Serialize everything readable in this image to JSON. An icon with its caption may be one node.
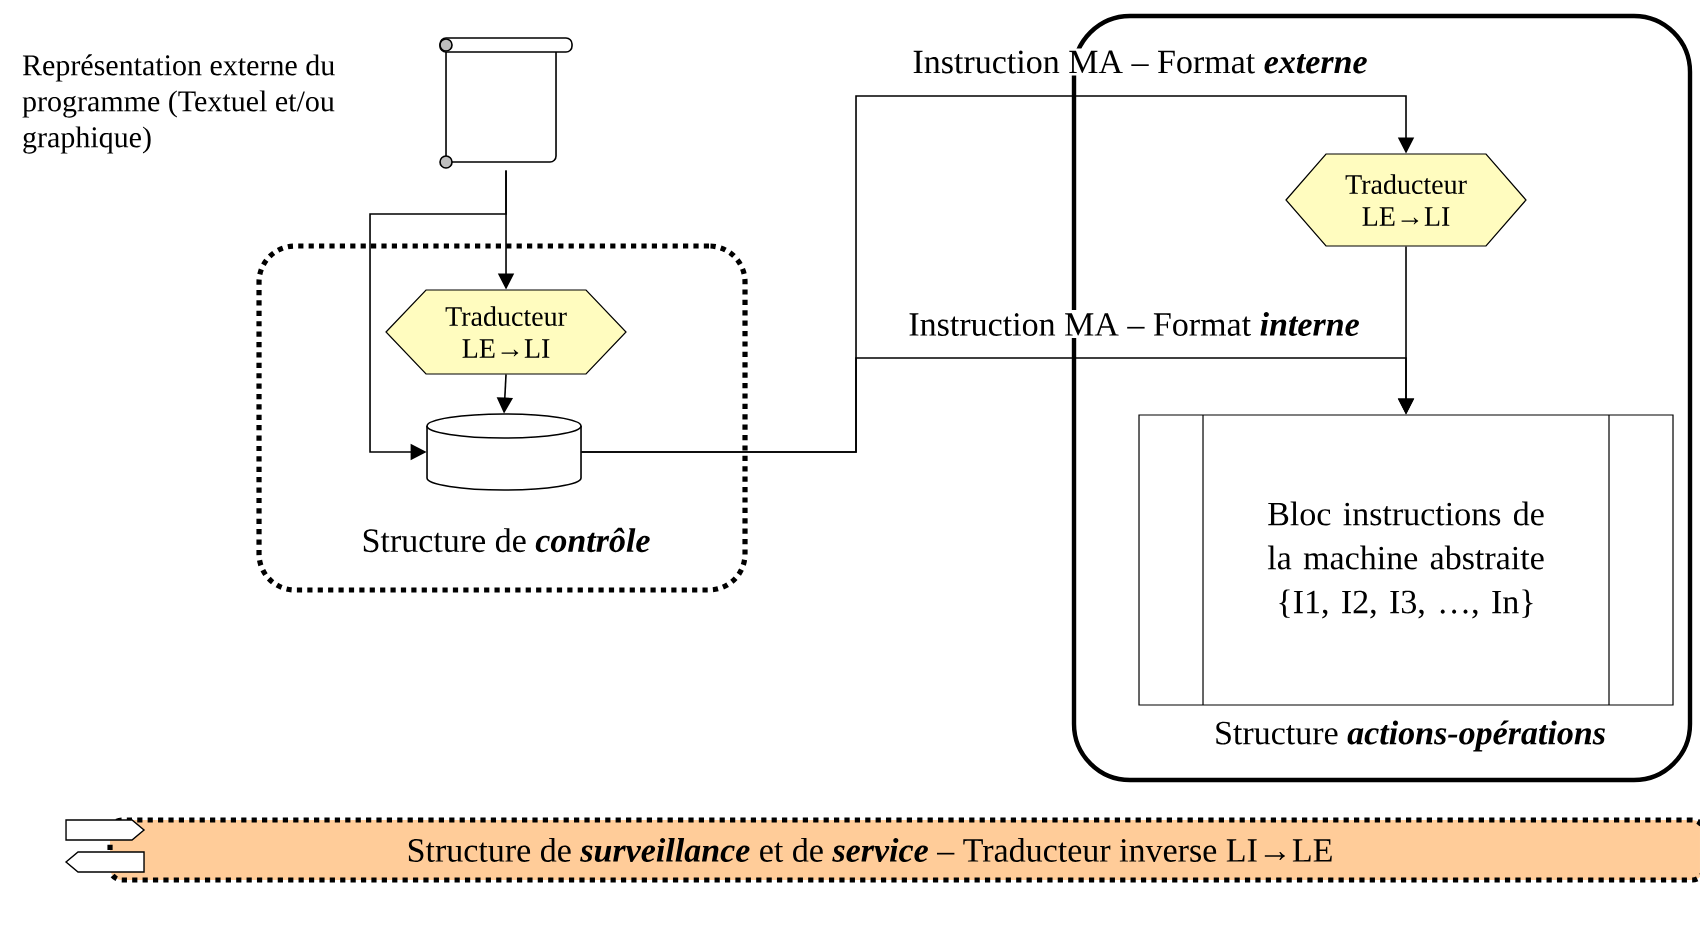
{
  "diagram": {
    "nodes": [
      {
        "text": [
          "Structure de **contrôle**"
        ]
      },
      {
        "text": [
          "Structure **actions-opérations**"
        ]
      },
      {
        "text": [],
        "shape": "document",
        "beside": [
          "Représentation externe du programme (Textuel et/ou graphique)"
        ]
      },
      {
        "text": [
          "Traducteur LE→LI"
        ],
        "in": 0
      },
      {
        "text": [],
        "shape": "cylinder",
        "in": 0
      },
      {
        "text": [
          "Traducteur LE→LI"
        ],
        "in": 1
      },
      {
        "text": [
          "Bloc instructions de la machine abstraite {I1, I2, I3, …, In}"
        ],
        "in": 1
      },
      {
        "text": [
          "Structure de **surveillance** et de **service** – Traducteur inverse LI→LE"
        ]
      }
    ],
    "edges": [
      {
        "from": 2,
        "to": 3,
        "arrow": "to"
      },
      {
        "from": 2,
        "to": 4,
        "arrow": "to"
      },
      {
        "from": 3,
        "to": 4,
        "arrow": "to"
      },
      {
        "from": 4,
        "to": 5,
        "arrow": "to",
        "label": "Instruction MA – Format **externe**"
      },
      {
        "from": 4,
        "to": 6,
        "arrow": "to",
        "label": "Instruction MA – Format **interne**"
      },
      {
        "from": 5,
        "to": 6,
        "arrow": "to"
      }
    ]
  }
}
